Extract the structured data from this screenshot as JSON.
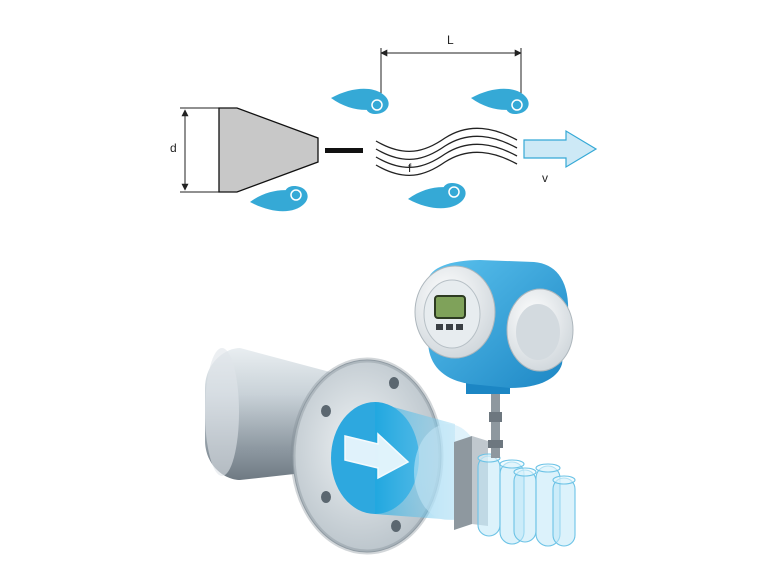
{
  "top_diagram": {
    "label_diameter": "d",
    "label_spacing": "L",
    "label_frequency": "f",
    "label_velocity": "v"
  },
  "colors": {
    "vortex": "#35a9d6",
    "arrow_fill": "#cde9f6",
    "bluff_body": "#c8c8c8",
    "transmitter_blue": "#2c9fd9",
    "pipe_metal": "#b9c3cb"
  },
  "icons": [
    "vortex-swirl-icon",
    "flow-arrow-icon",
    "display-screen-icon"
  ]
}
